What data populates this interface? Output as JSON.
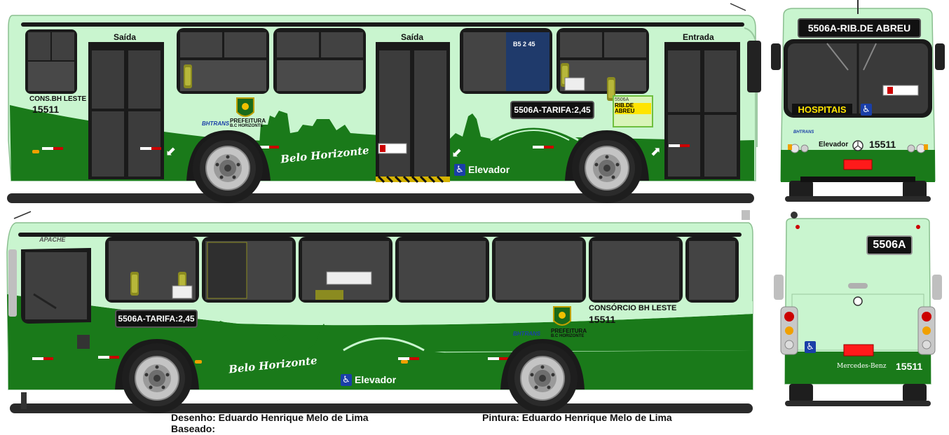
{
  "side_top": {
    "door_labels": [
      "Saída",
      "Saída",
      "Entrada"
    ],
    "operator_short": "CONS.BH LESTE",
    "fleet_number": "15511",
    "fare_sign": "5506A-TARIFA:2,45",
    "city_script": "Belo Horizonte",
    "elevator_label": "Elevador",
    "bhtrans": "BHTRANS",
    "prefeitura": "PREFEITURA",
    "prefeitura_sub": "B.C HORIZONTE",
    "window_route_code": "5506A",
    "window_route_name": "RIB.DE ABREU",
    "destination_display": "B5 2 45"
  },
  "front": {
    "destination": "5506A-RIB.DE ABREU",
    "sub_destination": "HOSPITAIS",
    "elevator_label": "Elevador",
    "fleet_number": "15511",
    "bhtrans": "BHTRANS"
  },
  "side_bottom": {
    "model_badge": "APACHE",
    "operator": "CONSÓRCIO BH LESTE",
    "fleet_number": "15511",
    "fare_sign": "5506A-TARIFA:2,45",
    "city_script": "Belo Horizonte",
    "elevator_label": "Elevador",
    "bhtrans": "BHTRANS",
    "prefeitura": "PREFEITURA",
    "prefeitura_sub": "B.C HORIZONTE"
  },
  "rear": {
    "route_code": "5506A",
    "brand": "Mercedes-Benz",
    "fleet_number": "15511"
  },
  "credits": {
    "drawing": "Desenho: Eduardo Henrique Melo de Lima",
    "based": "Baseado:",
    "paint": "Pintura: Eduardo Henrique Melo de Lima"
  },
  "colors": {
    "body_light": "#c9f5cf",
    "body_green": "#1a7a1a",
    "window": "#3c3c3c",
    "tire": "#222222",
    "rim": "#bfbfbf"
  }
}
